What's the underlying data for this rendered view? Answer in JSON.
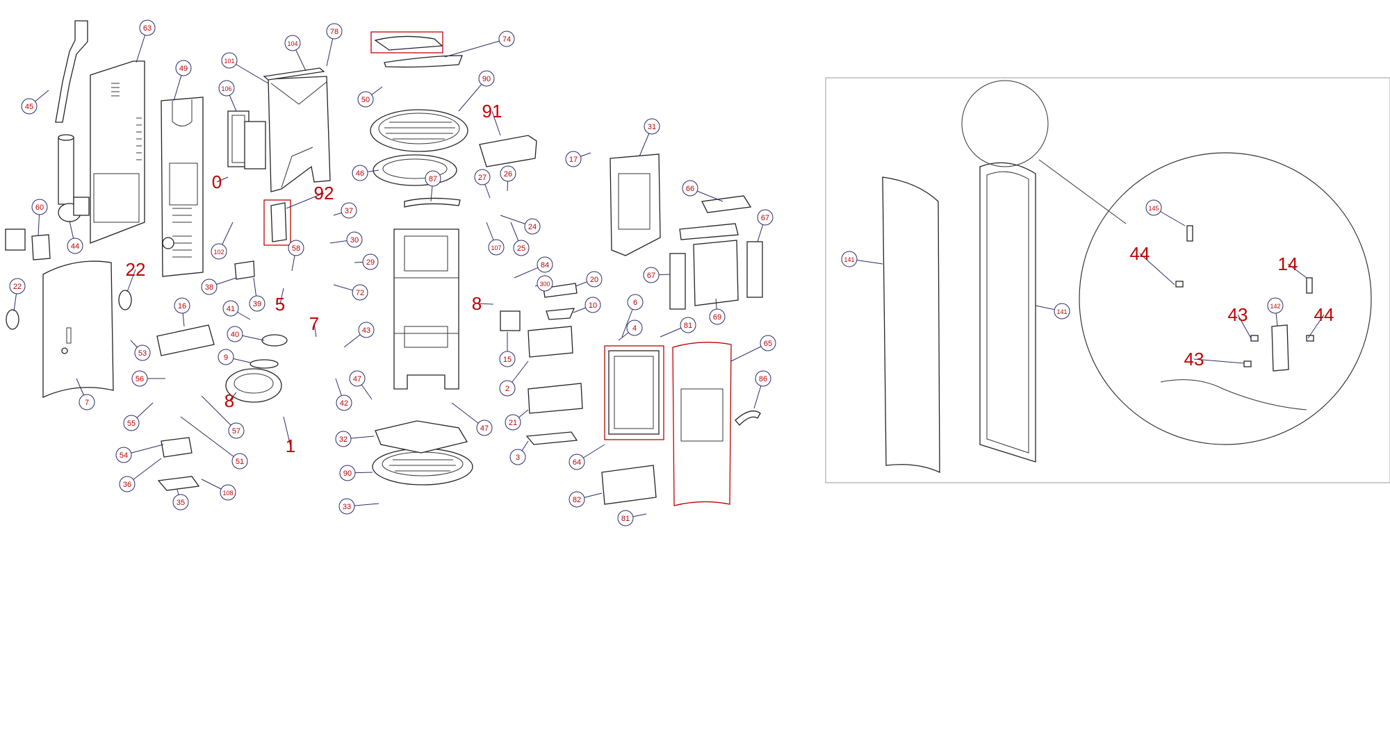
{
  "diagram": {
    "callouts": [
      {
        "id": "c45",
        "label": "45"
      },
      {
        "id": "c63",
        "label": "63"
      },
      {
        "id": "c49",
        "label": "49"
      },
      {
        "id": "c101",
        "label": "101"
      },
      {
        "id": "c104",
        "label": "104"
      },
      {
        "id": "c78",
        "label": "78"
      },
      {
        "id": "c74",
        "label": "74"
      },
      {
        "id": "c106",
        "label": "106"
      },
      {
        "id": "c50",
        "label": "50"
      },
      {
        "id": "c90a",
        "label": "90"
      },
      {
        "id": "c91",
        "label": "91"
      },
      {
        "id": "c17",
        "label": "17"
      },
      {
        "id": "c31",
        "label": "31"
      },
      {
        "id": "c0",
        "label": "0"
      },
      {
        "id": "c46",
        "label": "46"
      },
      {
        "id": "c87",
        "label": "87"
      },
      {
        "id": "c27",
        "label": "27"
      },
      {
        "id": "c26",
        "label": "26"
      },
      {
        "id": "c92",
        "label": "92"
      },
      {
        "id": "c60",
        "label": "60"
      },
      {
        "id": "c44",
        "label": "44"
      },
      {
        "id": "c66",
        "label": "66"
      },
      {
        "id": "c67a",
        "label": "67"
      },
      {
        "id": "c37",
        "label": "37"
      },
      {
        "id": "c24",
        "label": "24"
      },
      {
        "id": "c107",
        "label": "107"
      },
      {
        "id": "c25",
        "label": "25"
      },
      {
        "id": "c102",
        "label": "102"
      },
      {
        "id": "c30",
        "label": "30"
      },
      {
        "id": "c58",
        "label": "58"
      },
      {
        "id": "c29",
        "label": "29"
      },
      {
        "id": "c22a",
        "label": "22"
      },
      {
        "id": "c22b",
        "label": "22"
      },
      {
        "id": "c38",
        "label": "38"
      },
      {
        "id": "c39",
        "label": "39"
      },
      {
        "id": "c5",
        "label": "5"
      },
      {
        "id": "c72",
        "label": "72"
      },
      {
        "id": "c84",
        "label": "84"
      },
      {
        "id": "c300",
        "label": "300"
      },
      {
        "id": "c20",
        "label": "20"
      },
      {
        "id": "c67b",
        "label": "67"
      },
      {
        "id": "c69",
        "label": "69"
      },
      {
        "id": "c16",
        "label": "16"
      },
      {
        "id": "c41",
        "label": "41"
      },
      {
        "id": "c8a",
        "label": "8"
      },
      {
        "id": "c10",
        "label": "10"
      },
      {
        "id": "c6",
        "label": "6"
      },
      {
        "id": "c7a",
        "label": "7"
      },
      {
        "id": "c43",
        "label": "43"
      },
      {
        "id": "c40",
        "label": "40"
      },
      {
        "id": "c4",
        "label": "4"
      },
      {
        "id": "c81a",
        "label": "81"
      },
      {
        "id": "c53",
        "label": "53"
      },
      {
        "id": "c15",
        "label": "15"
      },
      {
        "id": "c65",
        "label": "65"
      },
      {
        "id": "c9",
        "label": "9"
      },
      {
        "id": "c56",
        "label": "56"
      },
      {
        "id": "c47a",
        "label": "47"
      },
      {
        "id": "c8b",
        "label": "8"
      },
      {
        "id": "c42",
        "label": "42"
      },
      {
        "id": "c2",
        "label": "2"
      },
      {
        "id": "c86",
        "label": "86"
      },
      {
        "id": "c7b",
        "label": "7"
      },
      {
        "id": "c55",
        "label": "55"
      },
      {
        "id": "c57",
        "label": "57"
      },
      {
        "id": "c21",
        "label": "21"
      },
      {
        "id": "c47b",
        "label": "47"
      },
      {
        "id": "c1",
        "label": "1"
      },
      {
        "id": "c32",
        "label": "32"
      },
      {
        "id": "c54",
        "label": "54"
      },
      {
        "id": "c51",
        "label": "51"
      },
      {
        "id": "c3",
        "label": "3"
      },
      {
        "id": "c64",
        "label": "64"
      },
      {
        "id": "c36",
        "label": "36"
      },
      {
        "id": "c108",
        "label": "108"
      },
      {
        "id": "c90b",
        "label": "90"
      },
      {
        "id": "c35",
        "label": "35"
      },
      {
        "id": "c82",
        "label": "82"
      },
      {
        "id": "c33",
        "label": "33"
      },
      {
        "id": "c81b",
        "label": "81"
      },
      {
        "id": "c141a",
        "label": "141"
      },
      {
        "id": "c141b",
        "label": "141"
      },
      {
        "id": "c145",
        "label": "145"
      },
      {
        "id": "c44d",
        "label": "44"
      },
      {
        "id": "c14d",
        "label": "14"
      },
      {
        "id": "c43d",
        "label": "43"
      },
      {
        "id": "c142",
        "label": "142"
      },
      {
        "id": "c44e",
        "label": "44"
      },
      {
        "id": "c43e",
        "label": "43"
      }
    ]
  }
}
